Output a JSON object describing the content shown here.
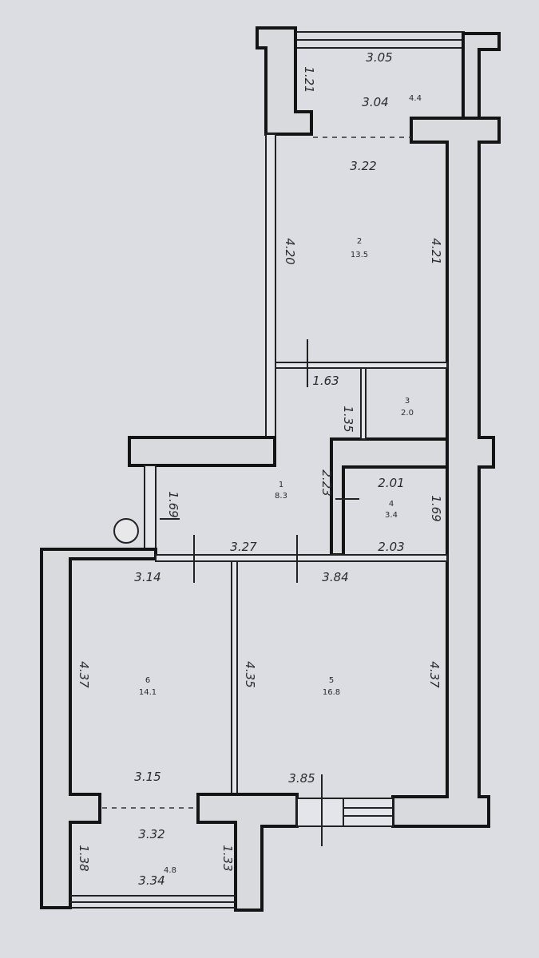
{
  "plan": {
    "rooms": [
      {
        "number": "1",
        "area": "8.3"
      },
      {
        "number": "2",
        "area": "13.5"
      },
      {
        "number": "3",
        "area": "2.0"
      },
      {
        "number": "4",
        "area": "3.4"
      },
      {
        "number": "5",
        "area": "16.8"
      },
      {
        "number": "6",
        "area": "14.1"
      }
    ],
    "balconies": [
      {
        "area": "4.4"
      },
      {
        "area": "4.8"
      }
    ],
    "dimensions": {
      "top_balcony_width_outer": "3.05",
      "top_balcony_width_inner": "3.04",
      "top_balcony_depth": "1.21",
      "room2_width": "3.22",
      "room2_left": "4.20",
      "room2_right": "4.21",
      "hall_top": "1.63",
      "closet_height": "1.35",
      "hall_width": "2.23",
      "hall_left": "1.69",
      "hall_bottom": "3.27",
      "bath_top": "2.01",
      "bath_bottom": "2.03",
      "bath_right": "1.69",
      "room6_top": "3.14",
      "room5_top": "3.84",
      "room6_left": "4.37",
      "partition": "4.35",
      "room5_right": "4.37",
      "room6_bottom": "3.15",
      "room5_bottom": "3.85",
      "bottom_balcony_width_inner": "3.32",
      "bottom_balcony_width_outer": "3.34",
      "bottom_balcony_left": "1.38",
      "bottom_balcony_right": "1.33"
    }
  }
}
